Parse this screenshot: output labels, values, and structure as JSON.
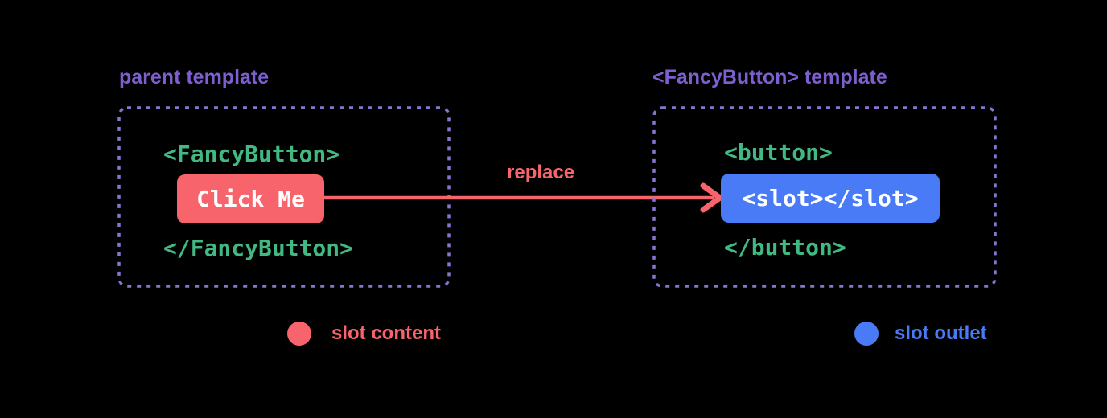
{
  "diagram": {
    "background": "#000000",
    "colors": {
      "purple_label": "#7e5fd0",
      "purple_dash": "#8a74d0",
      "green_code": "#42b883",
      "red_accent": "#f8646c",
      "blue_accent": "#4a7bf7",
      "chip_text": "#ffffff"
    },
    "parent": {
      "title": "parent template",
      "open_tag": "<FancyButton>",
      "slot_content": "Click Me",
      "close_tag": "</FancyButton>"
    },
    "child": {
      "title": "<FancyButton> template",
      "open_tag": "<button>",
      "slot_outlet": "<slot></slot>",
      "close_tag": "</button>"
    },
    "arrow": {
      "label": "replace"
    },
    "legend": [
      {
        "label": "slot content",
        "color": "#f8646c"
      },
      {
        "label": "slot outlet",
        "color": "#4a7bf7"
      }
    ]
  }
}
